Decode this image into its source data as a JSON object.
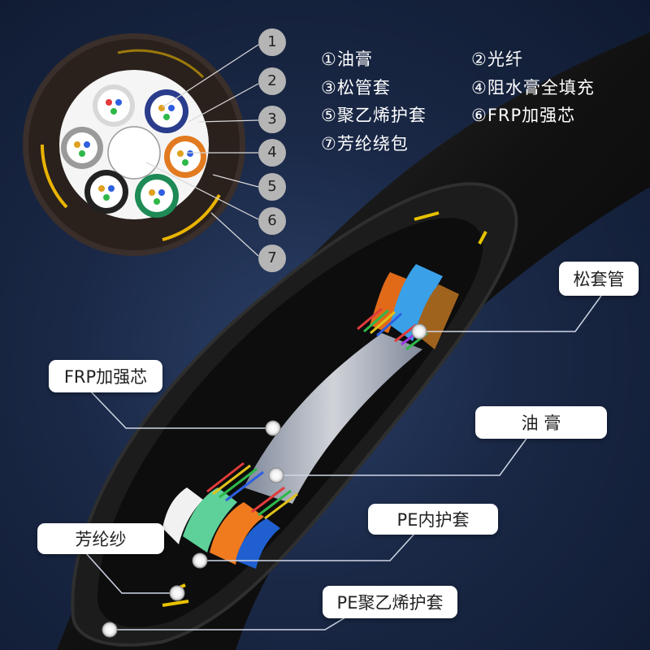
{
  "legend": {
    "items": [
      {
        "num": "①",
        "text": "油膏"
      },
      {
        "num": "②",
        "text": "光纤"
      },
      {
        "num": "③",
        "text": "松管套"
      },
      {
        "num": "④",
        "text": "阻水膏全填充"
      },
      {
        "num": "⑤",
        "text": "聚乙烯护套"
      },
      {
        "num": "⑥",
        "text": "FRP加强芯"
      },
      {
        "num": "⑦",
        "text": "芳纶绕包"
      }
    ]
  },
  "cross_section": {
    "markers": [
      "1",
      "2",
      "3",
      "4",
      "5",
      "6",
      "7"
    ],
    "tube_colors": [
      "#d8d8d8",
      "#2a3c8c",
      "#e27a20",
      "#1e8a55",
      "#222222",
      "#9a9a9a"
    ],
    "aramid_color": "#e9b400"
  },
  "callouts": {
    "loose_tube": "松套管",
    "frp_core": "FRP加强芯",
    "gel": "油 膏",
    "pe_inner": "PE内护套",
    "aramid": "芳纶纱",
    "pe_outer": "PE聚乙烯护套"
  }
}
